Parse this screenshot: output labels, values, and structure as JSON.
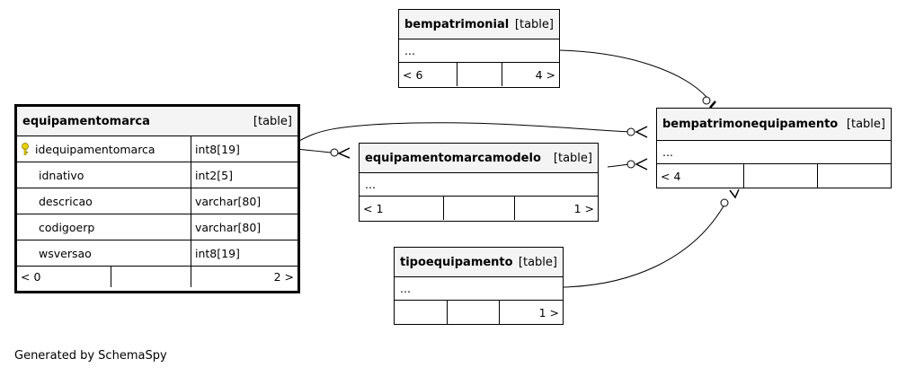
{
  "footer": "Generated by SchemaSpy",
  "tables": {
    "equipamentomarca": {
      "name": "equipamentomarca",
      "type": "[table]",
      "columns": [
        {
          "name": "idequipamentomarca",
          "type": "int8[19]",
          "primary_key": true
        },
        {
          "name": "idnativo",
          "type": "int2[5]"
        },
        {
          "name": "descricao",
          "type": "varchar[80]"
        },
        {
          "name": "codigoerp",
          "type": "varchar[80]"
        },
        {
          "name": "wsversao",
          "type": "int8[19]"
        }
      ],
      "footer": {
        "left": "< 0",
        "right": "2 >"
      }
    },
    "bempatrimonial": {
      "name": "bempatrimonial",
      "type": "[table]",
      "ellipsis": "...",
      "footer": {
        "left": "< 6",
        "right": "4 >"
      }
    },
    "bempatrimonequipamento": {
      "name": "bempatrimonequipamento",
      "type": "[table]",
      "ellipsis": "...",
      "footer": {
        "left": "< 4",
        "right": ""
      }
    },
    "equipamentomarcamodelo": {
      "name": "equipamentomarcamodelo",
      "type": "[table]",
      "ellipsis": "...",
      "footer": {
        "left": "< 1",
        "right": "1 >"
      }
    },
    "tipoequipamento": {
      "name": "tipoequipamento",
      "type": "[table]",
      "ellipsis": "...",
      "footer": {
        "left": "",
        "right": "1 >"
      }
    }
  },
  "colors": {
    "header_bg": "#f4f4f4",
    "key_icon": "#e8d200",
    "line": "#000000"
  }
}
